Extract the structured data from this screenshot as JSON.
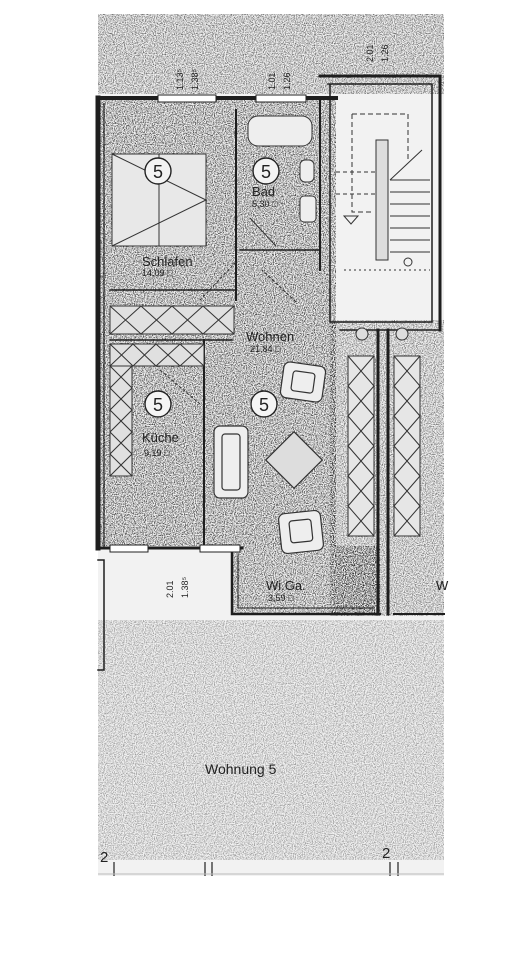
{
  "plan": {
    "title": "Wohnung 5",
    "unit_number": "5",
    "rooms": {
      "schlafen": {
        "name": "Schlafen",
        "area": "14,09 □"
      },
      "bad": {
        "name": "Bad",
        "area": "5,30 □"
      },
      "wohnen": {
        "name": "Wohnen",
        "area": "21,84 □"
      },
      "kueche": {
        "name": "Küche",
        "area": "9,19 □"
      },
      "wiga": {
        "name": "Wi.Ga.",
        "area": "3,59 □"
      }
    },
    "dimensions": {
      "schlafen_window_top": "1.13⁵",
      "schlafen_window_bottom": "1.38⁵",
      "bad_window_top": "1.01",
      "bad_window_bottom": "1.26",
      "stair_window_top": "2.01",
      "stair_window_bottom": "1.26",
      "kueche_window_top": "2.01",
      "kueche_window_bottom": "1.38⁵"
    },
    "edge_markers": {
      "left": "2",
      "right": "2"
    },
    "cut_letter": "W"
  }
}
